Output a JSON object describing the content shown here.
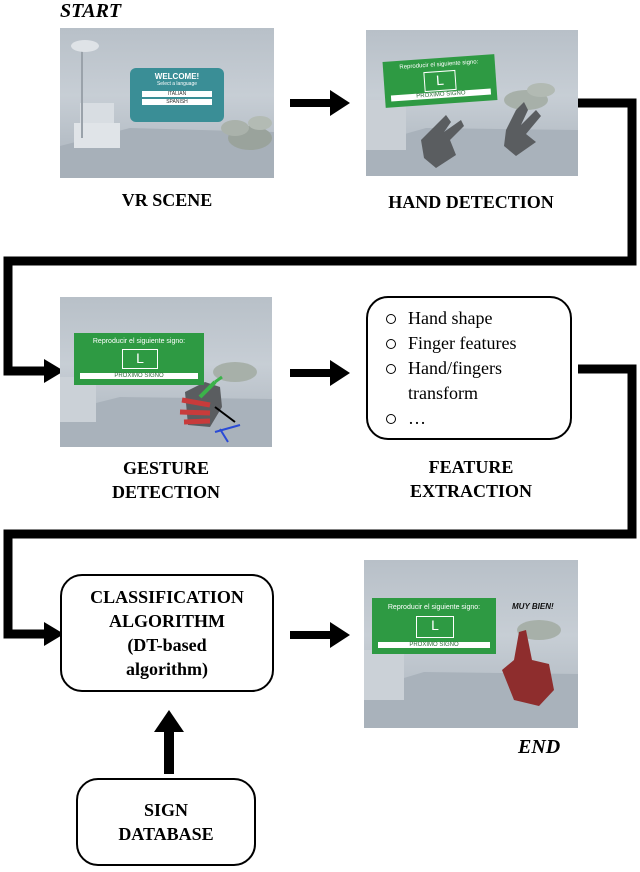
{
  "start_label": "START",
  "end_label": "END",
  "vr_scene": {
    "caption": "VR SCENE",
    "panel_title": "WELCOME!",
    "panel_subtitle": "Select a language",
    "option1": "ITALIAN",
    "option2": "SPANISH"
  },
  "hand_detection": {
    "caption": "HAND DETECTION",
    "panel_text": "Reproducir el siguiente signo:",
    "letter": "L",
    "button": "PROXIMO SIGNO"
  },
  "gesture_detection": {
    "caption_line1": "GESTURE",
    "caption_line2": "DETECTION",
    "panel_text": "Reproducir el siguiente signo:",
    "letter": "L",
    "button": "PROXIMO SIGNO"
  },
  "feature_extraction": {
    "caption_line1": "FEATURE",
    "caption_line2": "EXTRACTION",
    "items": [
      "Hand shape",
      "Finger features",
      "Hand/fingers",
      "transform",
      "…"
    ]
  },
  "classification": {
    "line1": "CLASSIFICATION",
    "line2": "ALGORITHM",
    "line3": "(DT-based",
    "line4": "algorithm)"
  },
  "result_scene": {
    "panel_text": "Reproducir el siguiente signo:",
    "letter": "L",
    "button": "PROXIMO SIGNO",
    "feedback": "MUY BIEN!"
  },
  "sign_database": {
    "line1": "SIGN",
    "line2": "DATABASE"
  }
}
